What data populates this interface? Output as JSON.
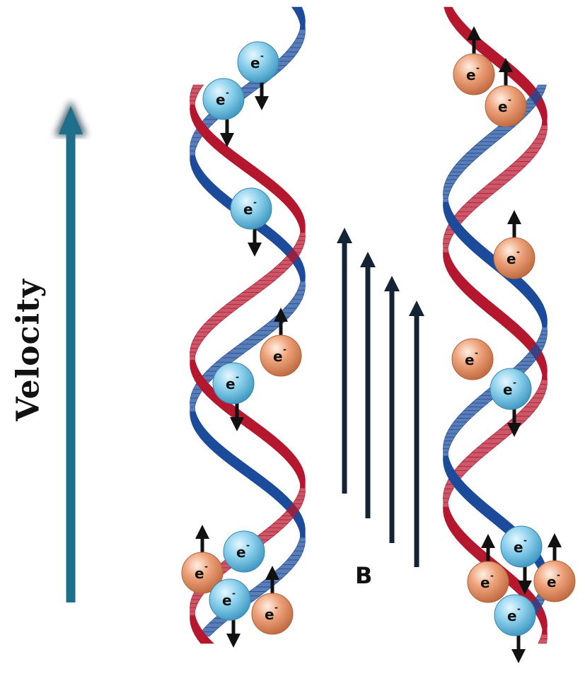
{
  "labels": {
    "velocity": "Velocity",
    "field": "B",
    "electron": "e",
    "electron_charge": "-"
  },
  "colors": {
    "velocity_arrow": "#1e6f8c",
    "velocity_glow": "#0b2a3a",
    "strand_blue": "#1b4b9a",
    "strand_red": "#b5172e",
    "electron_blue": "#8fd2ee",
    "electron_orange": "#eea27a",
    "field_arrow": "#152435"
  },
  "electrons": {
    "left_helix": [
      {
        "color": "blue",
        "spin": "down"
      },
      {
        "color": "blue",
        "spin": "down"
      },
      {
        "color": "blue",
        "spin": "down"
      },
      {
        "color": "orange",
        "spin": "up"
      },
      {
        "color": "blue",
        "spin": "down"
      },
      {
        "color": "orange",
        "spin": "up"
      },
      {
        "color": "blue",
        "spin": "none"
      },
      {
        "color": "blue",
        "spin": "down"
      },
      {
        "color": "orange",
        "spin": "up"
      }
    ],
    "right_helix": [
      {
        "color": "orange",
        "spin": "up"
      },
      {
        "color": "orange",
        "spin": "up"
      },
      {
        "color": "orange",
        "spin": "up"
      },
      {
        "color": "orange",
        "spin": "none"
      },
      {
        "color": "blue",
        "spin": "down"
      },
      {
        "color": "orange",
        "spin": "up"
      },
      {
        "color": "blue",
        "spin": "down"
      },
      {
        "color": "orange",
        "spin": "up"
      },
      {
        "color": "blue",
        "spin": "down"
      }
    ]
  }
}
